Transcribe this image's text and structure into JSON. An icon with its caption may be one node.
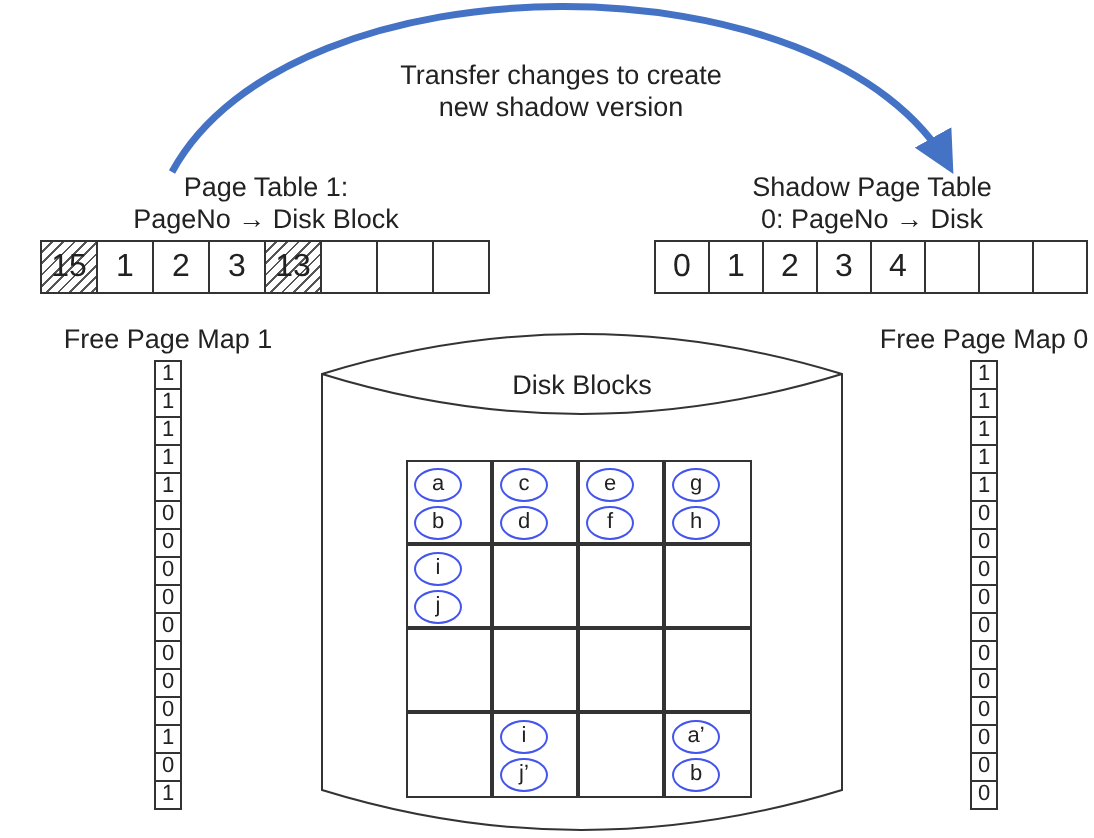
{
  "diagram": {
    "nodes": [
      {
        "text": [
          "Page Table 1: PageNo → Disk Block"
        ]
      },
      {
        "text": [
          "15"
        ],
        "in": 0
      },
      {
        "text": [
          "1"
        ],
        "in": 0
      },
      {
        "text": [
          "2"
        ],
        "in": 0
      },
      {
        "text": [
          "3"
        ],
        "in": 0
      },
      {
        "text": [
          "13"
        ],
        "in": 0
      },
      {
        "text": [],
        "shape": "box",
        "in": 0
      },
      {
        "text": [],
        "shape": "box",
        "in": 0
      },
      {
        "text": [],
        "shape": "box",
        "in": 0
      },
      {
        "text": [
          "Shadow Page Table 0: PageNo → Disk Block"
        ]
      },
      {
        "text": [
          "0"
        ],
        "in": 9
      },
      {
        "text": [
          "1"
        ],
        "in": 9
      },
      {
        "text": [
          "2"
        ],
        "in": 9
      },
      {
        "text": [
          "3"
        ],
        "in": 9
      },
      {
        "text": [
          "4"
        ],
        "in": 9
      },
      {
        "text": [],
        "shape": "box",
        "in": 9
      },
      {
        "text": [],
        "shape": "box",
        "in": 9
      },
      {
        "text": [],
        "shape": "box",
        "in": 9
      },
      {
        "text": [
          "Free Page Map 1"
        ]
      },
      {
        "text": [
          "1"
        ],
        "in": 18
      },
      {
        "text": [
          "1"
        ],
        "in": 18
      },
      {
        "text": [
          "1"
        ],
        "in": 18
      },
      {
        "text": [
          "1"
        ],
        "in": 18
      },
      {
        "text": [
          "1"
        ],
        "in": 18
      },
      {
        "text": [
          "0"
        ],
        "in": 18
      },
      {
        "text": [
          "0"
        ],
        "in": 18
      },
      {
        "text": [
          "0"
        ],
        "in": 18
      },
      {
        "text": [
          "0"
        ],
        "in": 18
      },
      {
        "text": [
          "0"
        ],
        "in": 18
      },
      {
        "text": [
          "0"
        ],
        "in": 18
      },
      {
        "text": [
          "0"
        ],
        "in": 18
      },
      {
        "text": [
          "0"
        ],
        "in": 18
      },
      {
        "text": [
          "1"
        ],
        "in": 18
      },
      {
        "text": [
          "0"
        ],
        "in": 18
      },
      {
        "text": [
          "1"
        ],
        "in": 18
      },
      {
        "text": [
          "Disk Blocks"
        ]
      },
      {
        "text": [],
        "shape": "box",
        "in": 35
      },
      {
        "text": [
          "a"
        ],
        "in": 36
      },
      {
        "text": [
          "b"
        ],
        "in": 36
      },
      {
        "text": [],
        "shape": "box",
        "in": 35
      },
      {
        "text": [
          "c"
        ],
        "in": 39
      },
      {
        "text": [
          "d"
        ],
        "in": 39
      },
      {
        "text": [],
        "shape": "box",
        "in": 35
      },
      {
        "text": [
          "e"
        ],
        "in": 42
      },
      {
        "text": [
          "f"
        ],
        "in": 42
      },
      {
        "text": [],
        "shape": "box",
        "in": 35
      },
      {
        "text": [
          "g"
        ],
        "in": 45
      },
      {
        "text": [
          "h"
        ],
        "in": 45
      },
      {
        "text": [],
        "shape": "box",
        "in": 35
      },
      {
        "text": [
          "i"
        ],
        "in": 48
      },
      {
        "text": [
          "j"
        ],
        "in": 48
      },
      {
        "text": [],
        "shape": "box",
        "in": 35
      },
      {
        "text": [],
        "shape": "box",
        "in": 35
      },
      {
        "text": [],
        "shape": "box",
        "in": 35
      },
      {
        "text": [],
        "shape": "box",
        "in": 35
      },
      {
        "text": [],
        "shape": "box",
        "in": 35
      },
      {
        "text": [],
        "shape": "box",
        "in": 35
      },
      {
        "text": [],
        "shape": "box",
        "in": 35
      },
      {
        "text": [],
        "shape": "box",
        "in": 35
      },
      {
        "text": [],
        "shape": "box",
        "in": 35
      },
      {
        "text": [
          "i"
        ],
        "in": 59
      },
      {
        "text": [
          "j’"
        ],
        "in": 59
      },
      {
        "text": [],
        "shape": "box",
        "in": 35
      },
      {
        "text": [],
        "shape": "box",
        "in": 35
      },
      {
        "text": [
          "a’"
        ],
        "in": 63
      },
      {
        "text": [
          "b"
        ],
        "in": 63
      },
      {
        "text": [
          "Free Page Map 0"
        ]
      },
      {
        "text": [
          "1"
        ],
        "in": 66
      },
      {
        "text": [
          "1"
        ],
        "in": 66
      },
      {
        "text": [
          "1"
        ],
        "in": 66
      },
      {
        "text": [
          "1"
        ],
        "in": 66
      },
      {
        "text": [
          "1"
        ],
        "in": 66
      },
      {
        "text": [
          "0"
        ],
        "in": 66
      },
      {
        "text": [
          "0"
        ],
        "in": 66
      },
      {
        "text": [
          "0"
        ],
        "in": 66
      },
      {
        "text": [
          "0"
        ],
        "in": 66
      },
      {
        "text": [
          "0"
        ],
        "in": 66
      },
      {
        "text": [
          "0"
        ],
        "in": 66
      },
      {
        "text": [
          "0"
        ],
        "in": 66
      },
      {
        "text": [
          "0"
        ],
        "in": 66
      },
      {
        "text": [
          "0"
        ],
        "in": 66
      },
      {
        "text": [
          "0"
        ],
        "in": 66
      },
      {
        "text": [
          "0"
        ],
        "in": 66
      }
    ],
    "edges": [
      {
        "from": 0,
        "to": 9,
        "arrow": "to",
        "label": "Transfer changes to create new shadow version",
        "color": "#4472c4"
      }
    ]
  }
}
